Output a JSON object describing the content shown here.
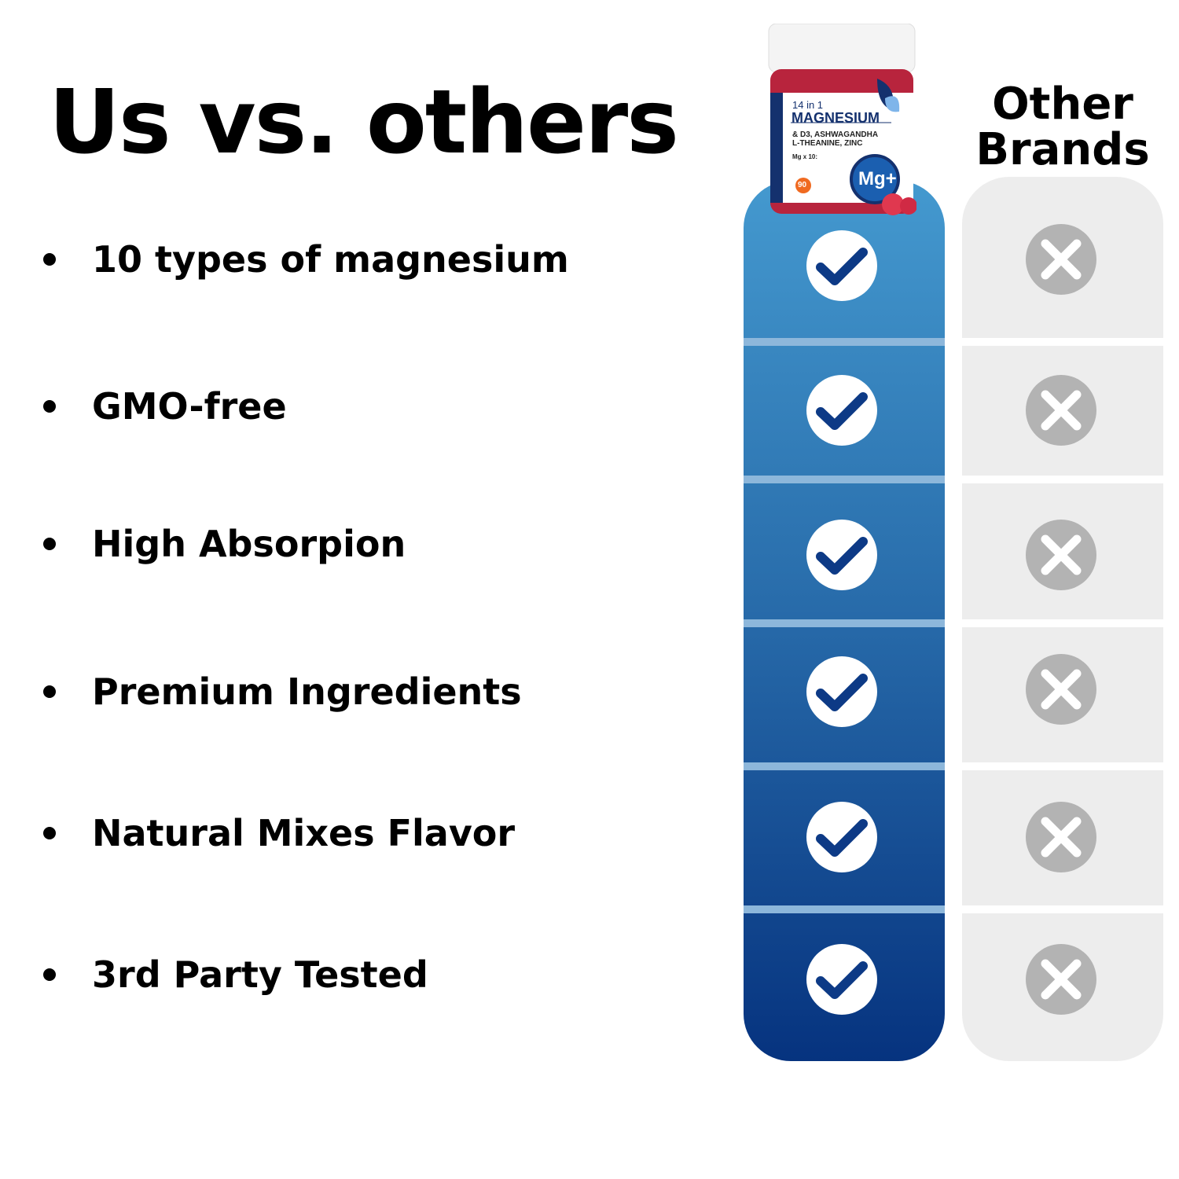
{
  "title": "Us vs. others",
  "other_brands_label": "Other Brands",
  "product": {
    "label_lines": [
      "14 in 1",
      "MAGNESIUM",
      "& D3, ASHWAGANDHA",
      "L-THEANINE, ZINC",
      "Mg x 10:",
      "Mg+",
      "90"
    ]
  },
  "features": [
    {
      "label": "10 types of magnesium",
      "us": true,
      "others": false
    },
    {
      "label": "GMO-free",
      "us": true,
      "others": false
    },
    {
      "label": "High Absorpion",
      "us": true,
      "others": false
    },
    {
      "label": "Premium Ingredients",
      "us": true,
      "others": false
    },
    {
      "label": "Natural Mixes Flavor",
      "us": true,
      "others": false
    },
    {
      "label": "3rd Party Tested",
      "us": true,
      "others": false
    }
  ],
  "colors": {
    "blue_top": "#4499cf",
    "blue_bottom": "#06337f",
    "check": "#0d3a86",
    "gray": "#ededed",
    "cross": "#b3b3b3"
  }
}
